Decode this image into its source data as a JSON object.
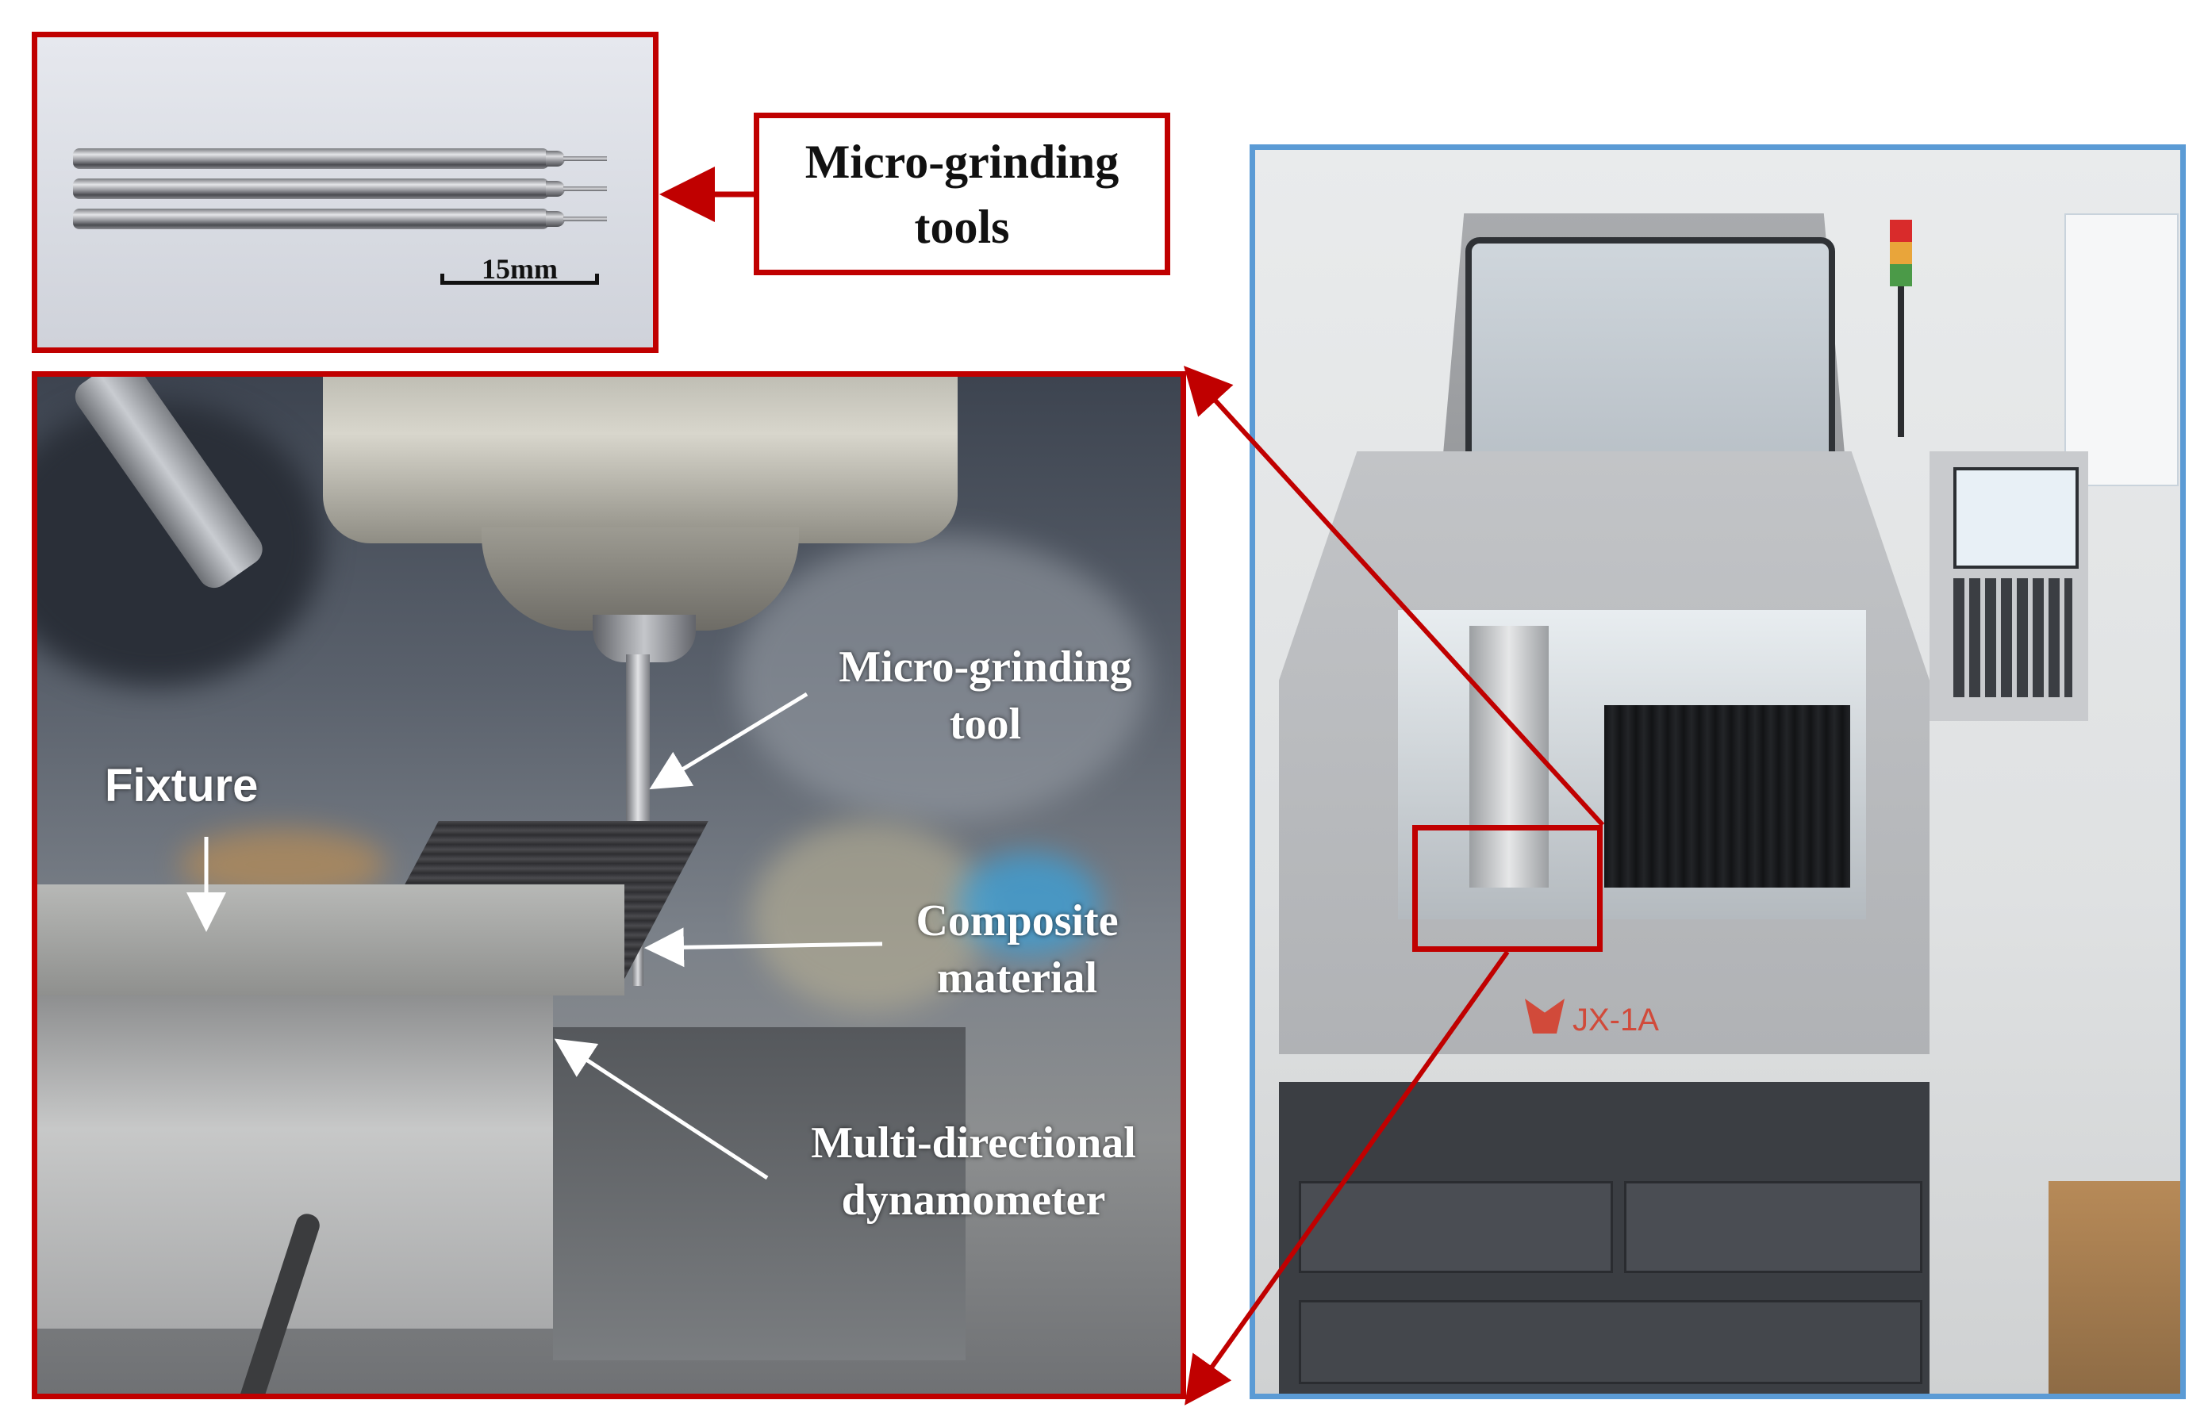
{
  "tools_panel": {
    "scale_bar_label": "15mm"
  },
  "tools_callout": {
    "line1": "Micro-grinding",
    "line2": "tools"
  },
  "detail_labels": {
    "fixture": "Fixture",
    "tool_line1": "Micro-grinding",
    "tool_line2": "tool",
    "composite_line1": "Composite",
    "composite_line2": "material",
    "dynamometer_line1": "Multi-directional",
    "dynamometer_line2": "dynamometer"
  },
  "machine_panel": {
    "model_label": "JX-1A"
  },
  "colors": {
    "highlight_frame": "#c00000",
    "machine_frame": "#5b9bd5",
    "annotation_text": "#ffffff",
    "callout_text": "#111111"
  }
}
